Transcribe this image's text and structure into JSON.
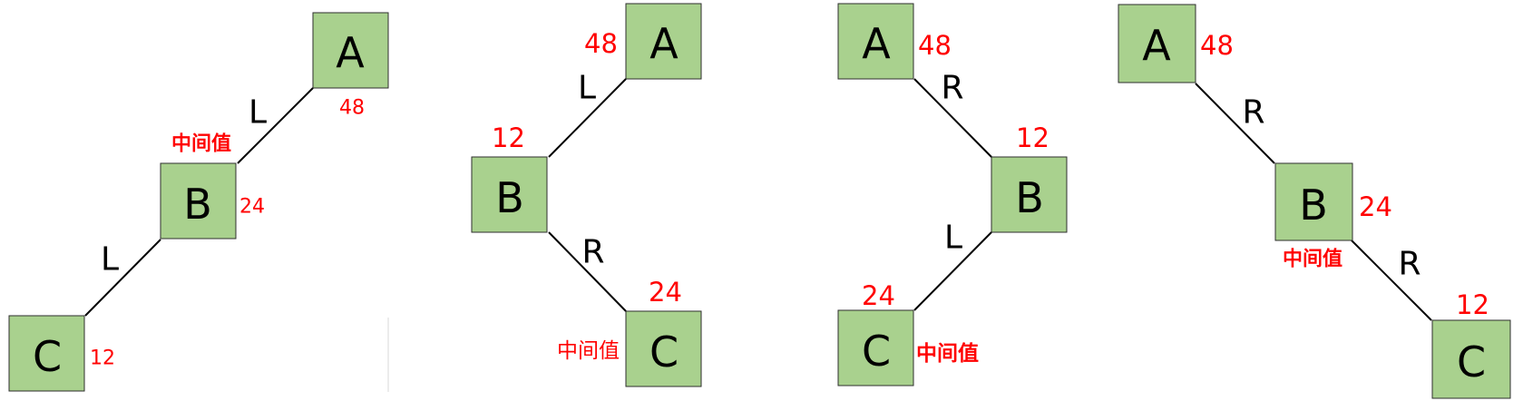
{
  "colors": {
    "node_fill": "#a9d18e",
    "value_text": "#ff0000",
    "line": "#000000"
  },
  "diagrams": [
    {
      "nodes": [
        {
          "letter": "A",
          "value": "48"
        },
        {
          "letter": "B",
          "value": "24"
        },
        {
          "letter": "C",
          "value": "12"
        }
      ],
      "edges": [
        "L",
        "L"
      ],
      "middle_label": "中间值"
    },
    {
      "nodes": [
        {
          "letter": "A",
          "value": "48"
        },
        {
          "letter": "B",
          "value": "12"
        },
        {
          "letter": "C",
          "value": "24"
        }
      ],
      "edges": [
        "L",
        "R"
      ],
      "middle_label": "中间值"
    },
    {
      "nodes": [
        {
          "letter": "A",
          "value": "48"
        },
        {
          "letter": "B",
          "value": "12"
        },
        {
          "letter": "C",
          "value": "24"
        }
      ],
      "edges": [
        "R",
        "L"
      ],
      "middle_label": "中间值"
    },
    {
      "nodes": [
        {
          "letter": "A",
          "value": "48"
        },
        {
          "letter": "B",
          "value": "24"
        },
        {
          "letter": "C",
          "value": "12"
        }
      ],
      "edges": [
        "R",
        "R"
      ],
      "middle_label": "中间值"
    }
  ]
}
